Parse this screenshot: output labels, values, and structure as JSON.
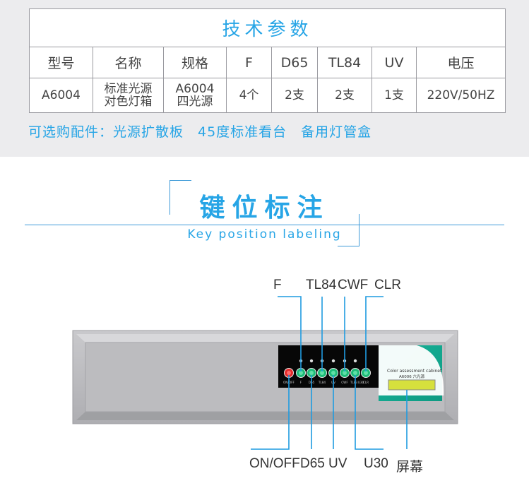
{
  "spec_table": {
    "title": "技术参数",
    "headers": [
      "型号",
      "名称",
      "规格",
      "F",
      "D65",
      "TL84",
      "UV",
      "电压"
    ],
    "row": {
      "model": "A6004",
      "name_line1": "标准光源",
      "name_line2": "对色灯箱",
      "spec_line1": "A6004",
      "spec_line2": "四光源",
      "f": "4个",
      "d65": "2支",
      "tl84": "2支",
      "uv": "1支",
      "voltage": "220V/50HZ"
    },
    "accessories": "可选购配件：光源扩散板　45度标准看台　备用灯管盒"
  },
  "section": {
    "title": "键位标注",
    "subtitle": "Key position labeling"
  },
  "callouts": {
    "f": "F",
    "tl84": "TL84",
    "cwf": "CWF",
    "clr": "CLR",
    "on_off": "ON/OFF",
    "d65": "D65",
    "uv": "UV",
    "u30": "U30",
    "screen": "屏幕"
  },
  "panel": {
    "button_labels": [
      "ON/OFF",
      "F",
      "D65",
      "TL84",
      "UV",
      "CWF",
      "TL83",
      "U30",
      "CLR"
    ],
    "screen_title": "Color assessment cabinet",
    "screen_model": "A6006 六光源",
    "accent_color": "#27a5e6",
    "led_color": "#2aa0e0"
  }
}
